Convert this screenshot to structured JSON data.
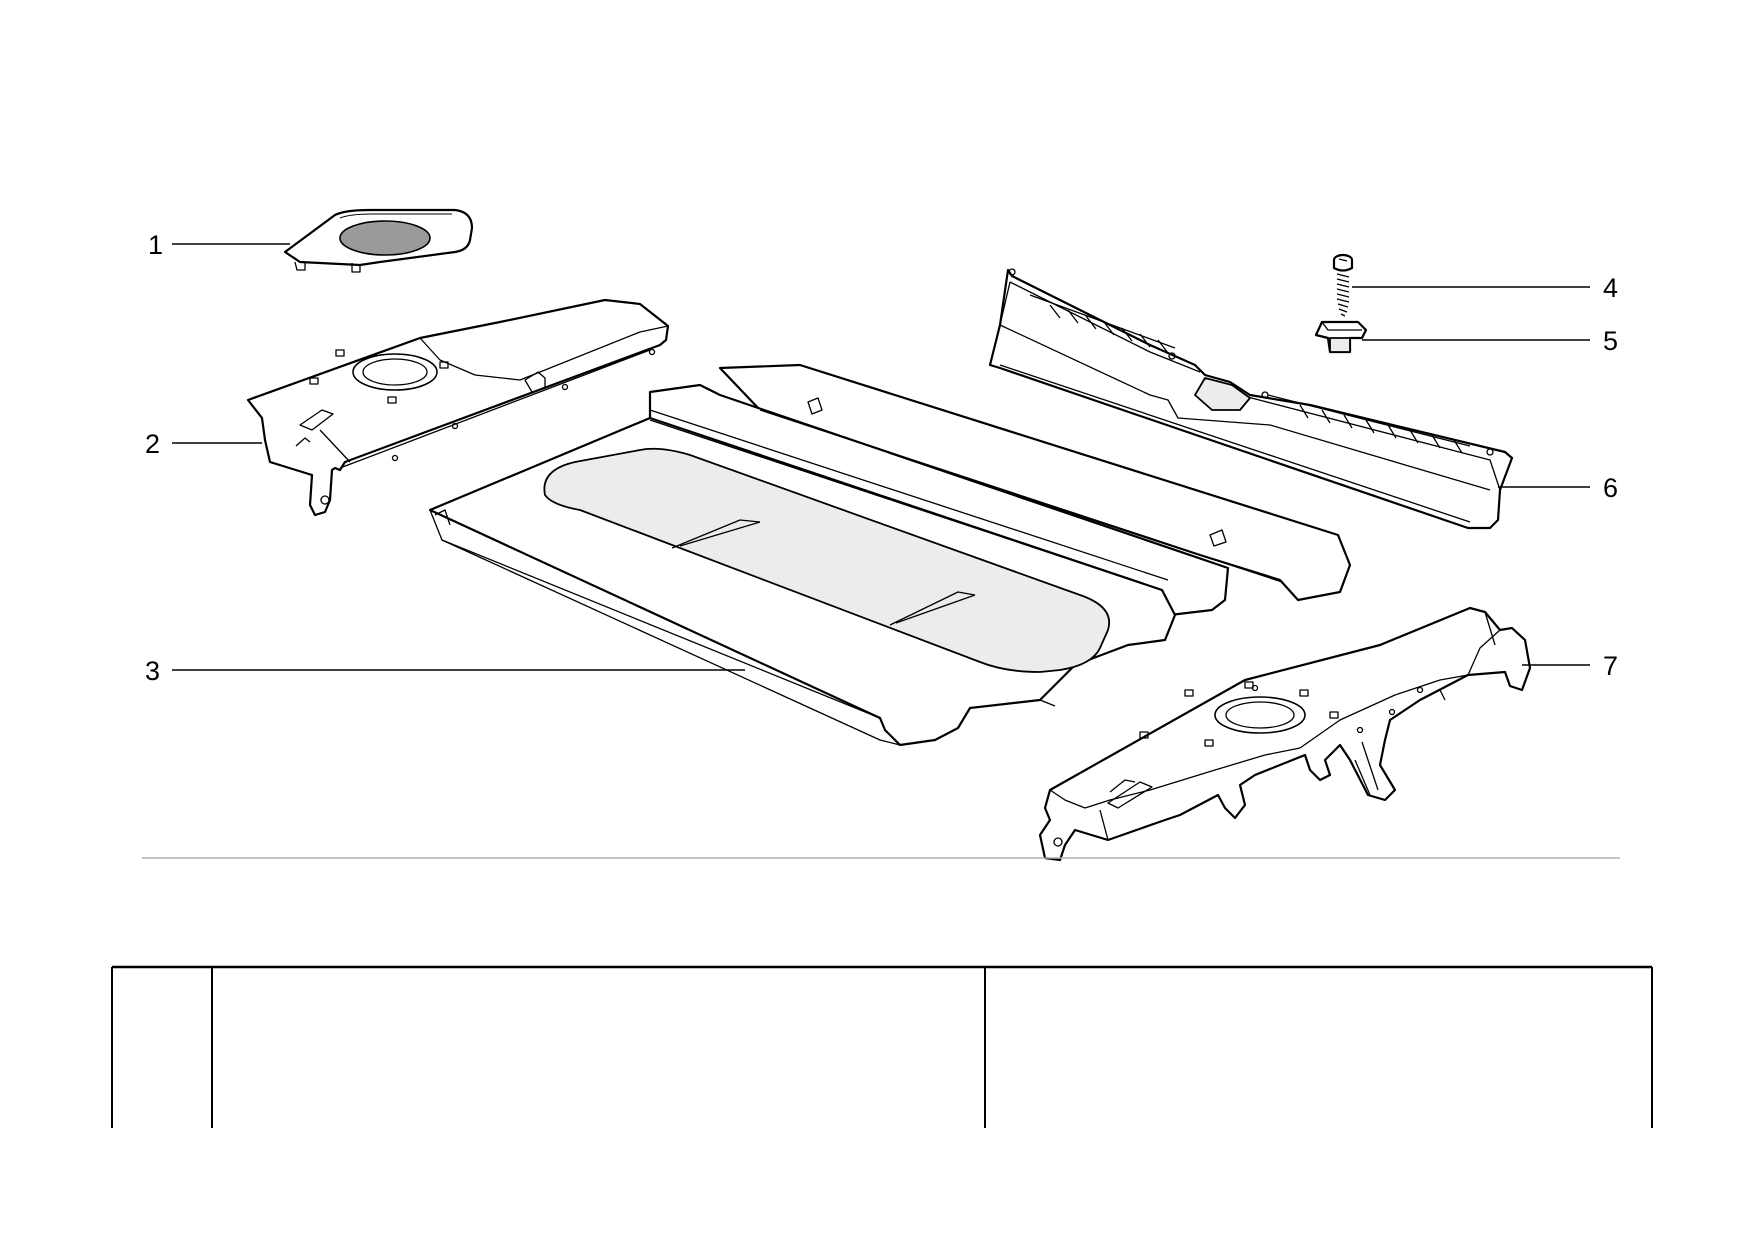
{
  "diagram": {
    "callouts": [
      {
        "id": "1",
        "label": "1",
        "part": "speaker-grille-cover"
      },
      {
        "id": "2",
        "label": "2",
        "part": "left-speaker-bracket"
      },
      {
        "id": "3",
        "label": "3",
        "part": "rear-parcel-shelf"
      },
      {
        "id": "4",
        "label": "4",
        "part": "screw"
      },
      {
        "id": "5",
        "label": "5",
        "part": "clip"
      },
      {
        "id": "6",
        "label": "6",
        "part": "rear-trim-panel"
      },
      {
        "id": "7",
        "label": "7",
        "part": "right-speaker-bracket"
      }
    ]
  },
  "parts_table": {
    "columns": [
      "",
      "",
      ""
    ],
    "rows": []
  },
  "colors": {
    "line": "#000000",
    "background": "#ffffff",
    "divider": "#b0b0b0",
    "shade": "#ececec"
  }
}
